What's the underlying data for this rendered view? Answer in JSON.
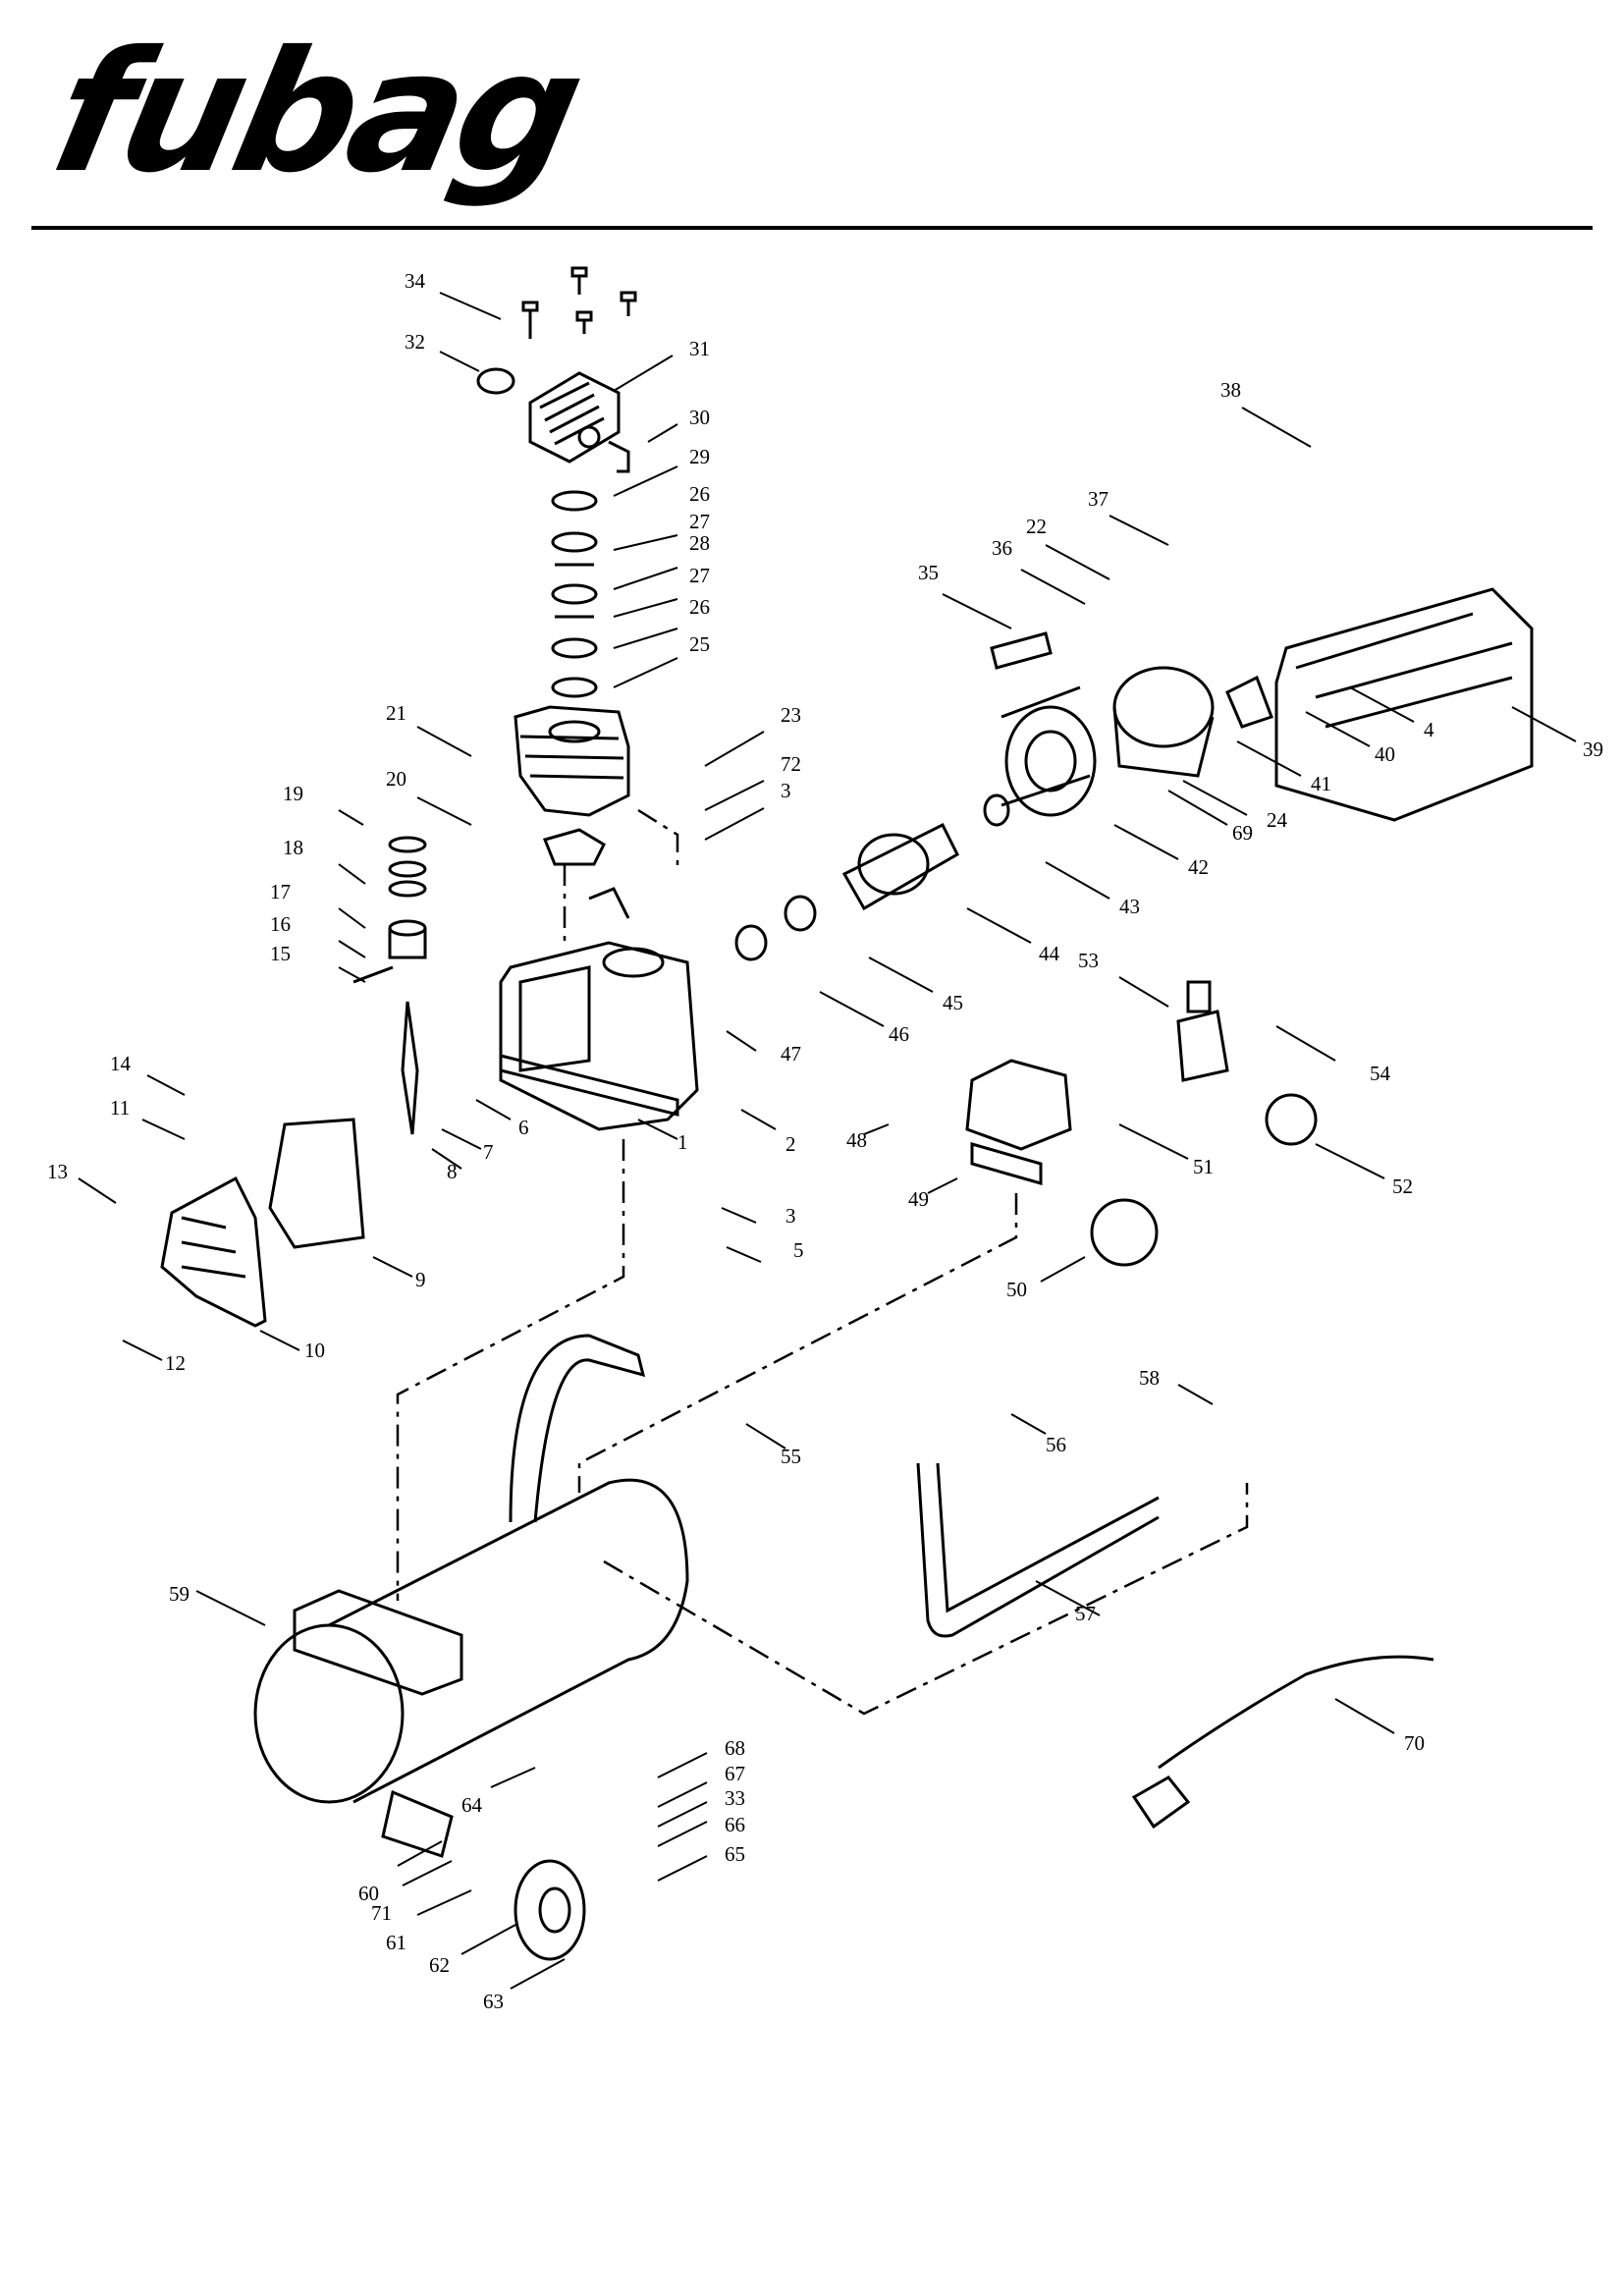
{
  "brand": {
    "logo_text": "fubag"
  },
  "callouts": [
    {
      "id": "34",
      "text": "34"
    },
    {
      "id": "32",
      "text": "32"
    },
    {
      "id": "31",
      "text": "31"
    },
    {
      "id": "30",
      "text": "30"
    },
    {
      "id": "29",
      "text": "29"
    },
    {
      "id": "26a",
      "text": "26"
    },
    {
      "id": "27a",
      "text": "27"
    },
    {
      "id": "28",
      "text": "28"
    },
    {
      "id": "27b",
      "text": "27"
    },
    {
      "id": "26b",
      "text": "26"
    },
    {
      "id": "25",
      "text": "25"
    },
    {
      "id": "23",
      "text": "23"
    },
    {
      "id": "72",
      "text": "72"
    },
    {
      "id": "3a",
      "text": "3"
    },
    {
      "id": "21",
      "text": "21"
    },
    {
      "id": "20",
      "text": "20"
    },
    {
      "id": "19",
      "text": "19"
    },
    {
      "id": "18",
      "text": "18"
    },
    {
      "id": "17",
      "text": "17"
    },
    {
      "id": "16",
      "text": "16"
    },
    {
      "id": "15",
      "text": "15"
    },
    {
      "id": "14",
      "text": "14"
    },
    {
      "id": "11",
      "text": "11"
    },
    {
      "id": "13",
      "text": "13"
    },
    {
      "id": "12",
      "text": "12"
    },
    {
      "id": "10",
      "text": "10"
    },
    {
      "id": "9",
      "text": "9"
    },
    {
      "id": "8",
      "text": "8"
    },
    {
      "id": "7",
      "text": "7"
    },
    {
      "id": "6",
      "text": "6"
    },
    {
      "id": "1",
      "text": "1"
    },
    {
      "id": "2",
      "text": "2"
    },
    {
      "id": "3b",
      "text": "3"
    },
    {
      "id": "5",
      "text": "5"
    },
    {
      "id": "47",
      "text": "47"
    },
    {
      "id": "46",
      "text": "46"
    },
    {
      "id": "45",
      "text": "45"
    },
    {
      "id": "44",
      "text": "44"
    },
    {
      "id": "43",
      "text": "43"
    },
    {
      "id": "42",
      "text": "42"
    },
    {
      "id": "35",
      "text": "35"
    },
    {
      "id": "36",
      "text": "36"
    },
    {
      "id": "22",
      "text": "22"
    },
    {
      "id": "37",
      "text": "37"
    },
    {
      "id": "38",
      "text": "38"
    },
    {
      "id": "4",
      "text": "4"
    },
    {
      "id": "40",
      "text": "40"
    },
    {
      "id": "39",
      "text": "39"
    },
    {
      "id": "41",
      "text": "41"
    },
    {
      "id": "24",
      "text": "24"
    },
    {
      "id": "69",
      "text": "69"
    },
    {
      "id": "53",
      "text": "53"
    },
    {
      "id": "54",
      "text": "54"
    },
    {
      "id": "52",
      "text": "52"
    },
    {
      "id": "51",
      "text": "51"
    },
    {
      "id": "48",
      "text": "48"
    },
    {
      "id": "49",
      "text": "49"
    },
    {
      "id": "50",
      "text": "50"
    },
    {
      "id": "55",
      "text": "55"
    },
    {
      "id": "56",
      "text": "56"
    },
    {
      "id": "58",
      "text": "58"
    },
    {
      "id": "57",
      "text": "57"
    },
    {
      "id": "59",
      "text": "59"
    },
    {
      "id": "64",
      "text": "64"
    },
    {
      "id": "68",
      "text": "68"
    },
    {
      "id": "67",
      "text": "67"
    },
    {
      "id": "33",
      "text": "33"
    },
    {
      "id": "66",
      "text": "66"
    },
    {
      "id": "65",
      "text": "65"
    },
    {
      "id": "60",
      "text": "60"
    },
    {
      "id": "71",
      "text": "71"
    },
    {
      "id": "61",
      "text": "61"
    },
    {
      "id": "62",
      "text": "62"
    },
    {
      "id": "63",
      "text": "63"
    },
    {
      "id": "70",
      "text": "70"
    }
  ]
}
